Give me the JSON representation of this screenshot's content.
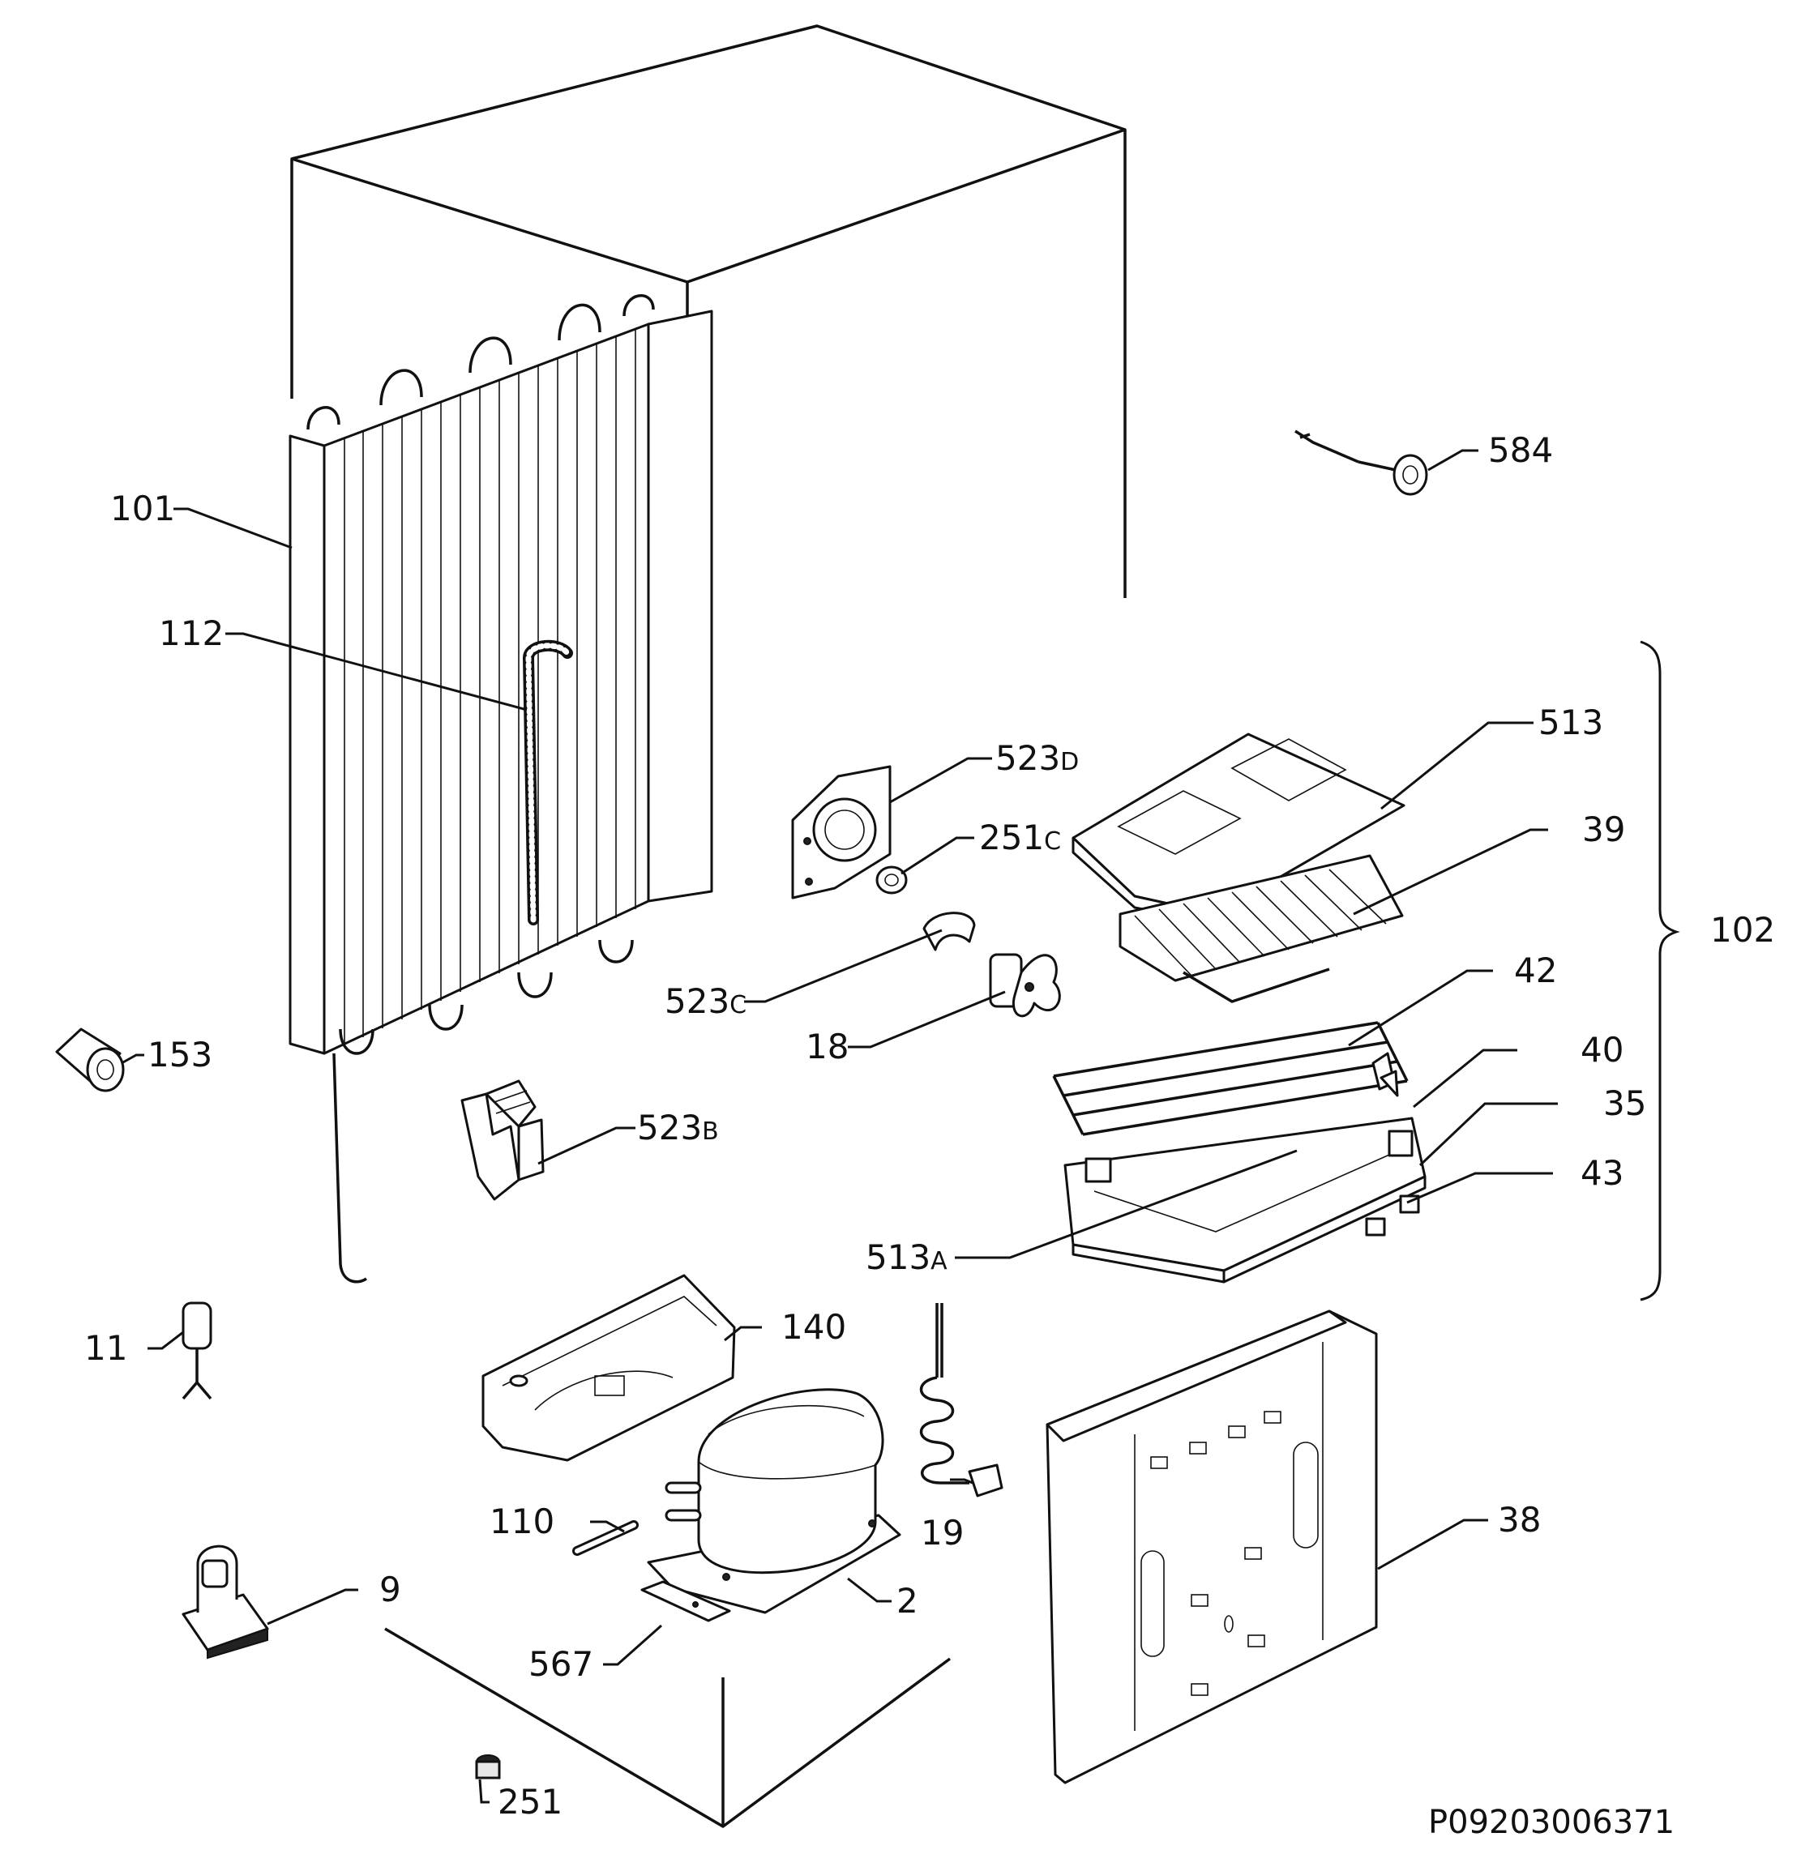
{
  "diagram_code": "P09203006371",
  "labels": {
    "l101": "101",
    "l112": "112",
    "l153": "153",
    "l11": "11",
    "l9": "9",
    "l251": "251",
    "l567": "567",
    "l110": "110",
    "l2": "2",
    "l140": "140",
    "l523b_num": "523",
    "l523b_sub": "B",
    "l523d_num": "523",
    "l523d_sub": "D",
    "l251c_num": "251",
    "l251c_sub": "C",
    "l523c_num": "523",
    "l523c_sub": "C",
    "l18": "18",
    "l19": "19",
    "l584": "584",
    "l513": "513",
    "l39": "39",
    "l42": "42",
    "l40": "40",
    "l35": "35",
    "l43": "43",
    "l513a_num": "513",
    "l513a_sub": "A",
    "l102": "102",
    "l38": "38"
  }
}
